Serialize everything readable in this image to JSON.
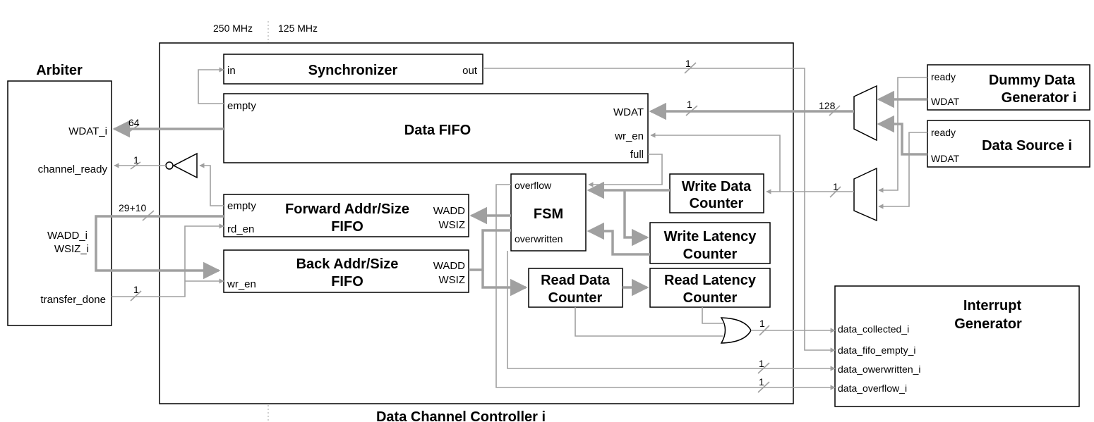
{
  "clock_domains": {
    "left": "250 MHz",
    "right": "125 MHz"
  },
  "controller_title": "Data Channel Controller i",
  "arbiter": {
    "title": "Arbiter",
    "ports": {
      "wdat": "WDAT_i",
      "channel_ready": "channel_ready",
      "wadd": "WADD_i",
      "wsiz": "WSIZ_i",
      "transfer_done": "transfer_done"
    }
  },
  "synchronizer": {
    "title": "Synchronizer",
    "in": "in",
    "out": "out"
  },
  "data_fifo": {
    "title": "Data FIFO",
    "empty": "empty",
    "wdat": "WDAT",
    "wr_en": "wr_en",
    "full": "full"
  },
  "forward_fifo": {
    "title_line1": "Forward Addr/Size",
    "title_line2": "FIFO",
    "empty": "empty",
    "rd_en": "rd_en",
    "wadd": "WADD",
    "wsiz": "WSIZ"
  },
  "back_fifo": {
    "title_line1": "Back Addr/Size",
    "title_line2": "FIFO",
    "wr_en": "wr_en",
    "wadd": "WADD",
    "wsiz": "WSIZ"
  },
  "fsm": {
    "title": "FSM",
    "overflow": "overflow",
    "overwritten": "overwritten"
  },
  "write_data_counter": {
    "line1": "Write Data",
    "line2": "Counter"
  },
  "write_latency_counter": {
    "line1": "Write Latency",
    "line2": "Counter"
  },
  "read_data_counter": {
    "line1": "Read Data",
    "line2": "Counter"
  },
  "read_latency_counter": {
    "line1": "Read Latency",
    "line2": "Counter"
  },
  "dummy_generator": {
    "title_line1": "Dummy Data",
    "title_line2": "Generator i",
    "ready": "ready",
    "wdat": "WDAT"
  },
  "data_source": {
    "title": "Data Source i",
    "ready": "ready",
    "wdat": "WDAT"
  },
  "interrupt_generator": {
    "title_line1": "Interrupt",
    "title_line2": "Generator",
    "ports": {
      "data_collected": "data_collected_i",
      "data_fifo_empty": "data_fifo_empty_i",
      "data_overwritten": "data_owerwritten_i",
      "data_overflow": "data_overflow_i"
    }
  },
  "bus_widths": {
    "wdat_out": "64",
    "channel_ready": "1",
    "addr_size": "29+10",
    "transfer_done": "1",
    "sync_out": "1",
    "fifo_wdat": "1",
    "mux_wdat": "128",
    "mux_ready": "1",
    "or_out": "1",
    "overwritten": "1",
    "overflow": "1"
  }
}
